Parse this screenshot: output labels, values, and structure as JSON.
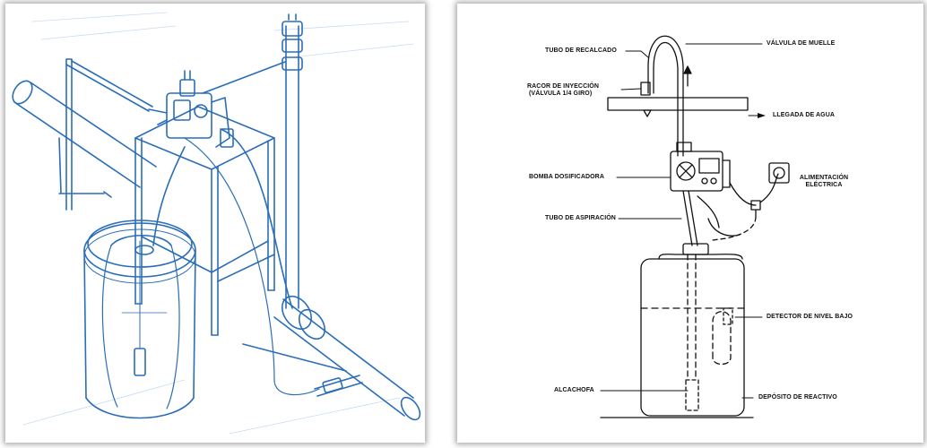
{
  "colors": {
    "blueprint": "#2a6db8",
    "ink": "#111111",
    "frame_shadow": "#555555"
  },
  "left_diagram": {
    "kind": "isometric dosing installation illustration"
  },
  "right_diagram": {
    "labels": {
      "tubo_recalcado": "TUBO DE RECALCADO",
      "valvula_muelle": "VÁLVULA DE MUELLE",
      "racor_line1": "RACOR DE INYECCIÓN",
      "racor_line2": "(VÁLVULA 1/4 GIRO)",
      "llegada_agua": "LLEGADA DE AGUA",
      "bomba": "BOMBA DOSIFICADORA",
      "alimentacion_line1": "ALIMENTACIÓN",
      "alimentacion_line2": "ELÉCTRICA",
      "tubo_aspiracion": "TUBO DE ASPIRACIÓN",
      "detector": "DETECTOR DE NIVEL BAJO",
      "alcachofa": "ALCACHOFA",
      "deposito": "DEPÓSITO DE REACTIVO"
    }
  }
}
